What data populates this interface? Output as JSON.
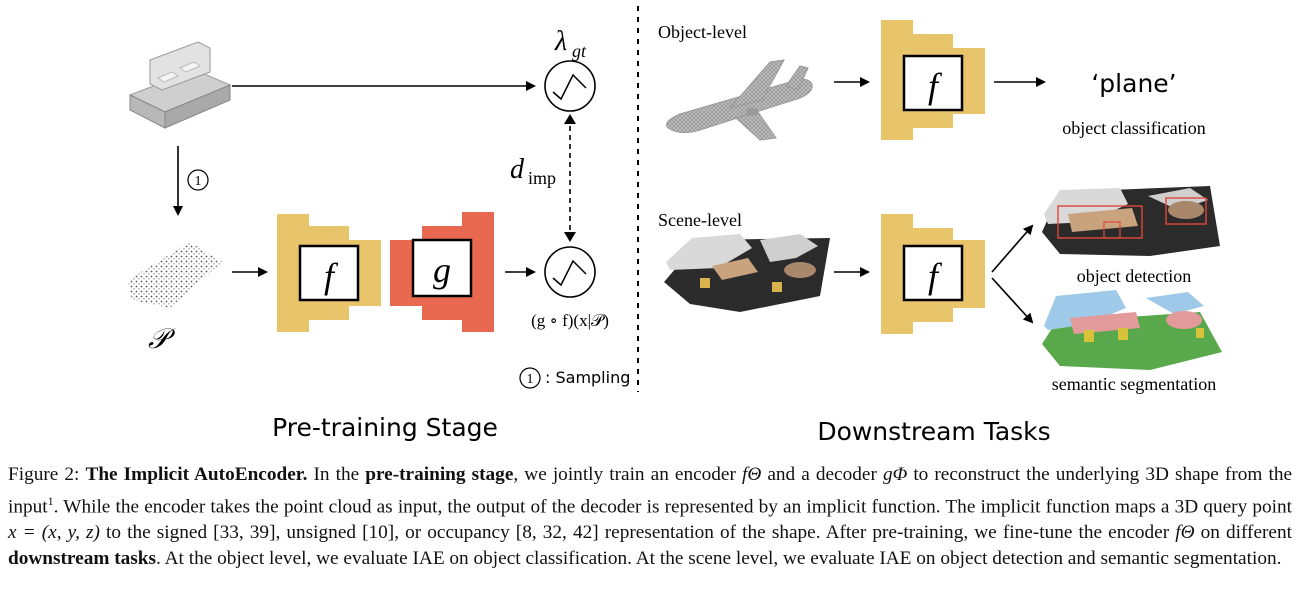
{
  "pretrain": {
    "stage_label": "Pre-training Stage",
    "lambda_label": "λ",
    "lambda_sub": "gt",
    "dimp_label": "d",
    "dimp_sub": "imp",
    "circled_one": "1",
    "encoder_symbol": "f",
    "decoder_symbol": "g",
    "pointcloud_label": "𝒫",
    "output_label": "(g ∘ f)(x|𝒫)",
    "legend_text": ": Sampling"
  },
  "downstream": {
    "stage_label": "Downstream Tasks",
    "object_level_label": "Object-level",
    "scene_level_label": "Scene-level",
    "plane_output": "‘plane’",
    "object_classification": "object classification",
    "object_detection": "object detection",
    "semantic_segmentation": "semantic segmentation",
    "encoder_symbol": "f"
  },
  "caption": {
    "prefix": "Figure 2: ",
    "title_bold": "The Implicit AutoEncoder.",
    "s1": " In the ",
    "pretrain_bold": "pre-training stage",
    "s2": ", we jointly train an encoder ",
    "f_theta": "fΘ",
    "s3": " and a decoder ",
    "g_phi": "gΦ",
    "s4": " to reconstruct the underlying 3D shape from the input",
    "footnote": "1",
    "s5": ". While the encoder takes the point cloud as input, the output of the decoder is represented by an implicit function. The implicit function maps a 3D query point ",
    "x_eq": "x = (x, y, z)",
    "s6": " to the signed [33, 39], unsigned [10], or occupancy [8, 32, 42] representation of the shape. After pre-training, we fine-tune the encoder ",
    "f_theta2": "fΘ",
    "s7": " on different ",
    "downstream_bold": "downstream tasks",
    "s8": ". At the object level, we evaluate IAE on object classification. At the scene level, we evaluate IAE on object detection and semantic segmentation."
  },
  "colors": {
    "encoder": "#E8C46A",
    "decoder": "#E8694F",
    "floor": "#2b2b2b",
    "table": "#c9a27e",
    "wall": "#d9d9d9",
    "segment_green": "#59a84b",
    "segment_blue": "#9ec9e8",
    "segment_pink": "#e39a9a",
    "detect_box": "#e0463a"
  }
}
